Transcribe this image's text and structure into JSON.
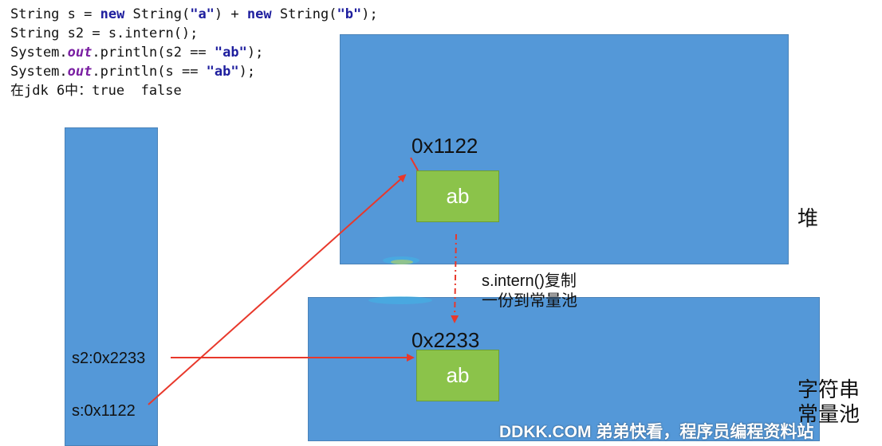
{
  "code": {
    "line1": {
      "a": "String s = ",
      "kw1": "new",
      "b": " String(",
      "s1": "\"a\"",
      "c": ") + ",
      "kw2": "new",
      "d": " String(",
      "s2": "\"b\"",
      "e": ");"
    },
    "line2": "String s2 = s.intern();",
    "line3": {
      "a": "System.",
      "field": "out",
      "b": ".println(s2 == ",
      "str": "\"ab\"",
      "c": ");"
    },
    "line4": {
      "a": "System.",
      "field": "out",
      "b": ".println(s == ",
      "str": "\"ab\"",
      "c": ");"
    },
    "line5": "在jdk 6中：true  false"
  },
  "heap": {
    "label": "堆",
    "address": "0x1122",
    "object": "ab"
  },
  "pool": {
    "label": "字符串常量池",
    "address": "0x2233",
    "object": "ab"
  },
  "stack": {
    "var_s2": "s2:0x2233",
    "var_s": "s:0x1122"
  },
  "intern_note": {
    "line1": "s.intern()复制",
    "line2": "一份到常量池"
  },
  "watermark": "DDKK.COM 弟弟快看，程序员编程资料站",
  "colors": {
    "region": "#5498d8",
    "object": "#8bc34a",
    "arrow": "#e8382b"
  }
}
